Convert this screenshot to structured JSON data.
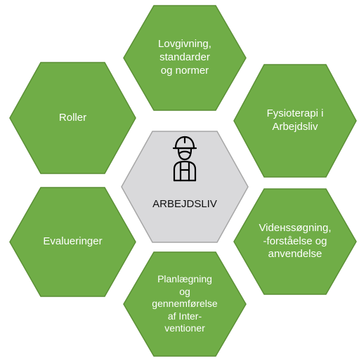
{
  "diagram": {
    "center": {
      "label": "ARBEJDSLIV",
      "icon": "construction-worker-icon",
      "fill": "#d9d9db",
      "stroke": "#a6a6a6"
    },
    "colors": {
      "hex_fill": "#70ad47",
      "hex_stroke": "#5a8f35",
      "hex_text": "#ffffff"
    },
    "hexagons": [
      {
        "id": "lovgivning",
        "label": "Lovgivning,\nstandarder\nog normer"
      },
      {
        "id": "fysioterapi",
        "label": "Fysioterapi i\nArbejdsliv"
      },
      {
        "id": "vidяк",
        "label": "Vidенssøgning,\n-forståelse og\nanvendelse"
      },
      {
        "id": "planlaegning",
        "label": "Planlægning\nog\ngennemførelse\naf Inter-\nventioner"
      },
      {
        "id": "evalueringer",
        "label": "Evalueringer"
      },
      {
        "id": "roller",
        "label": "Roller"
      }
    ]
  }
}
